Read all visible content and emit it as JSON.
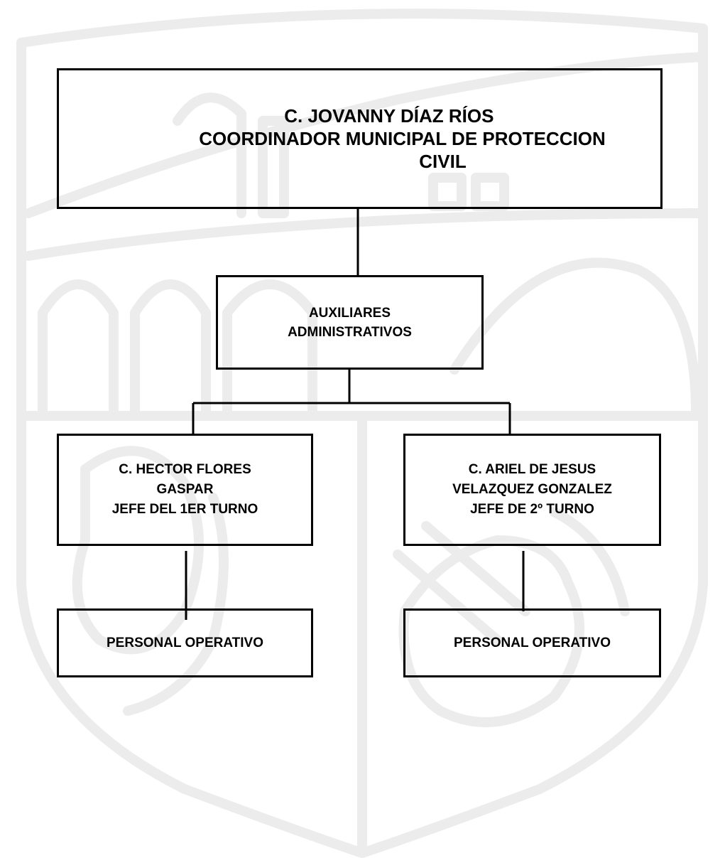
{
  "diagram": {
    "type": "org-chart",
    "line_color": "#000000",
    "watermark_color": "#ececec",
    "nodes": {
      "coordinator": {
        "lines": [
          "C. JOVANNY DÍAZ RÍOS",
          "COORDINADOR MUNICIPAL DE PROTECCION",
          "CIVIL"
        ]
      },
      "auxiliares": {
        "lines": [
          "AUXILIARES",
          "ADMINISTRATIVOS"
        ]
      },
      "shift1": {
        "lines": [
          "C. HECTOR FLORES",
          "GASPAR",
          "JEFE DEL 1ER TURNO"
        ]
      },
      "shift2": {
        "lines": [
          "C. ARIEL DE JESUS",
          "VELAZQUEZ GONZALEZ",
          "JEFE DE 2º TURNO"
        ]
      },
      "operativo1": {
        "lines": [
          "PERSONAL OPERATIVO"
        ]
      },
      "operativo2": {
        "lines": [
          "PERSONAL OPERATIVO"
        ]
      }
    },
    "edges": [
      {
        "from": "coordinator",
        "to": "auxiliares"
      },
      {
        "from": "auxiliares",
        "to": "shift1"
      },
      {
        "from": "auxiliares",
        "to": "shift2"
      },
      {
        "from": "shift1",
        "to": "operativo1"
      },
      {
        "from": "shift2",
        "to": "operativo2"
      }
    ]
  }
}
